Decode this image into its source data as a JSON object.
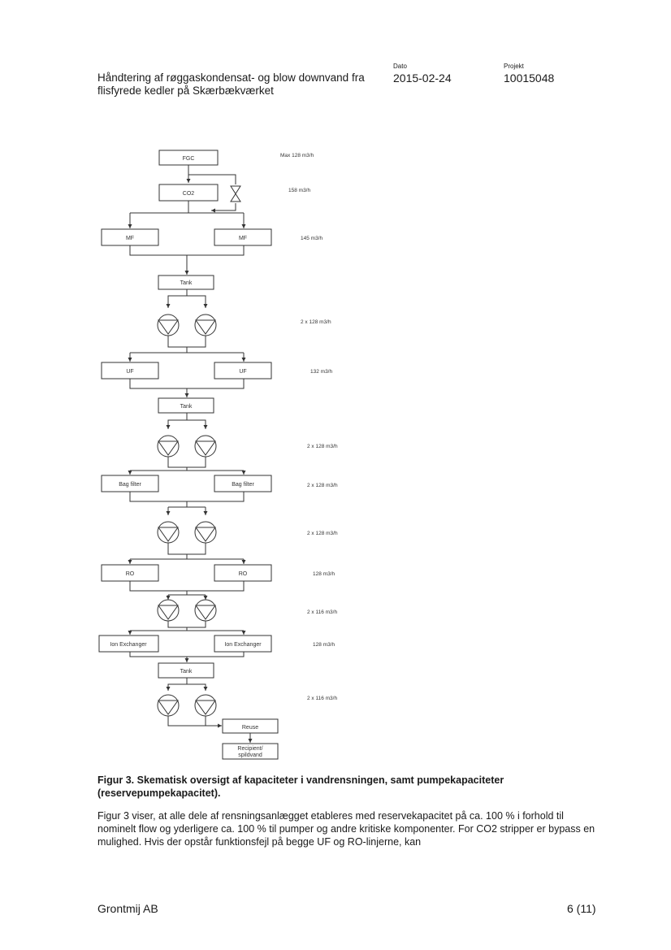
{
  "header": {
    "title_line1": "Håndtering af røggaskondensat- og blow downvand fra",
    "title_line2": "flisfyrede kedler på Skærbækværket",
    "dato_label": "Dato",
    "dato_value": "2015-02-24",
    "projekt_label": "Projekt",
    "projekt_value": "10015048"
  },
  "diagram": {
    "fgc": "FGC",
    "co2": "CO2",
    "mf": "MF",
    "tank": "Tank",
    "uf": "UF",
    "bag_filter": "Bag filter",
    "ro": "RO",
    "ion_exchanger": "Ion Exchanger",
    "reuse": "Reuse",
    "recipient_line1": "Recipient/",
    "recipient_line2": "spildvand",
    "flows": [
      "Max 128 m3/h",
      "158 m3/h",
      "145 m3/h",
      "2 x 128 m3/h",
      "132 m3/h",
      "2 x 128 m3/h",
      "2 x 128 m3/h",
      "2 x 128 m3/h",
      "128 m3/h",
      "2 x 116 m3/h",
      "128 m3/h",
      "2 x 116 m3/h"
    ]
  },
  "caption": "Figur 3. Skematisk oversigt af kapaciteter i vandrensningen, samt pumpekapaciteter (reservepumpekapacitet).",
  "body_text": "Figur 3 viser, at alle dele af rensningsanlægget etableres med reservekapacitet på ca. 100 % i forhold til nominelt flow og yderligere ca. 100 % til pumper og andre kritiske komponenter. For CO2 stripper er bypass en mulighed. Hvis der opstår funktionsfejl på begge UF og RO-linjerne, kan",
  "footer": {
    "company": "Grontmij AB",
    "page": "6 (11)"
  }
}
